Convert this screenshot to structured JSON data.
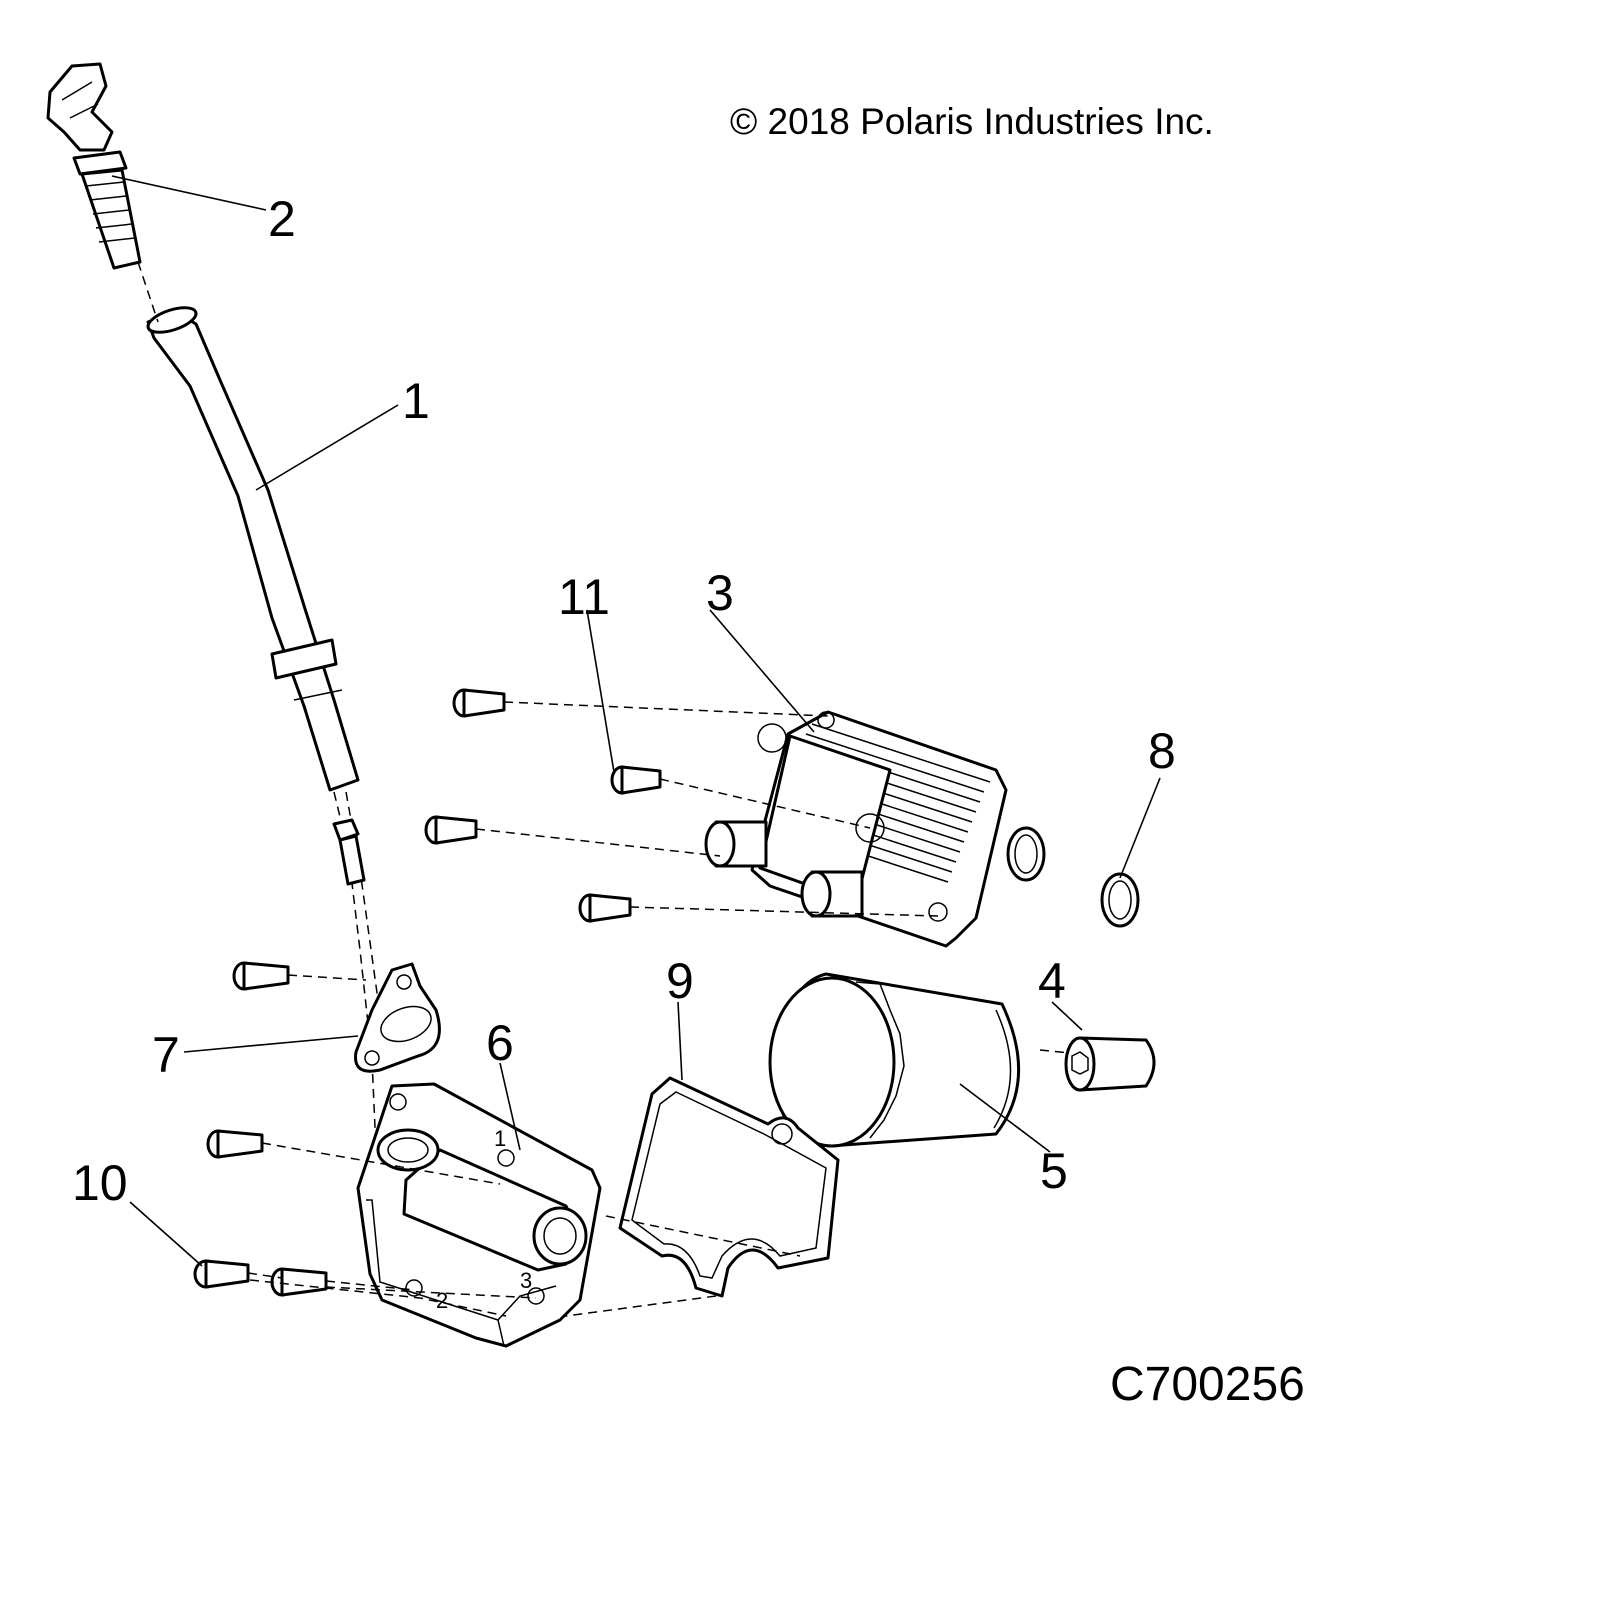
{
  "copyright": "© 2018 Polaris Industries Inc.",
  "drawing_code": "C700256",
  "callouts": {
    "c1": "1",
    "c2": "2",
    "c3": "3",
    "c4": "4",
    "c5": "5",
    "c6": "6",
    "c7": "7",
    "c8": "8",
    "c9": "9",
    "c10": "10",
    "c11": "11"
  },
  "housing_marks": {
    "m1": "1",
    "m2": "2",
    "m3": "3"
  }
}
